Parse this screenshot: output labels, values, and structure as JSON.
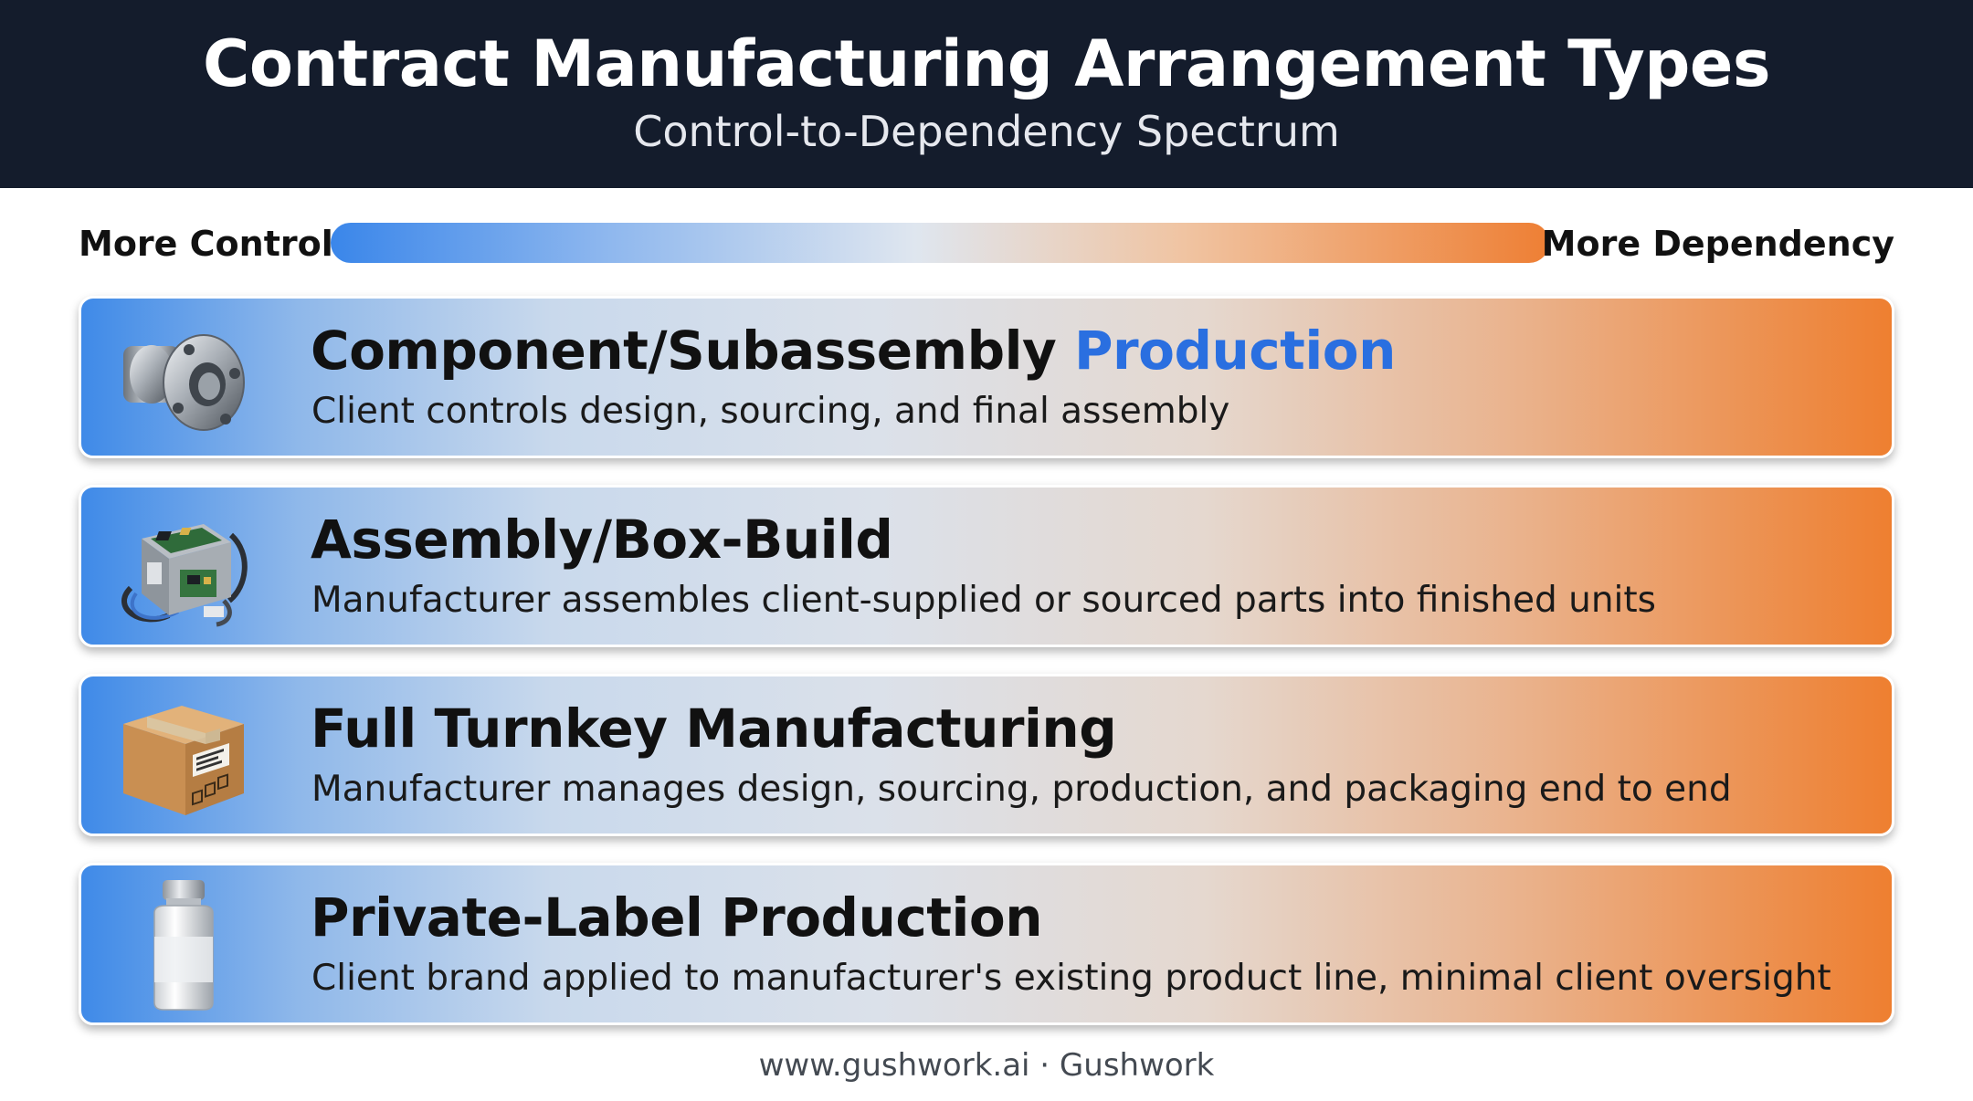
{
  "header": {
    "title": "Contract Manufacturing Arrangement Types",
    "subtitle": "Control-to-Dependency Spectrum"
  },
  "spectrum": {
    "left_label": "More Control",
    "right_label": "More Dependency",
    "gradient_start_color": "#3a86ea",
    "gradient_end_color": "#ee7f34"
  },
  "cards": [
    {
      "icon": "machined-part-icon",
      "title_main": "Component/Subassembly ",
      "title_accent": "Production",
      "description": "Client controls design, sourcing, and final assembly"
    },
    {
      "icon": "circuit-assembly-icon",
      "title_main": "Assembly/Box-Build",
      "title_accent": "",
      "description": "Manufacturer assembles client-supplied or sourced parts into finished units"
    },
    {
      "icon": "shipping-box-icon",
      "title_main": "Full Turnkey Manufacturing",
      "title_accent": "",
      "description": "Manufacturer manages design, sourcing, production, and packaging end to end"
    },
    {
      "icon": "product-bottle-icon",
      "title_main": "Private-Label Production",
      "title_accent": "",
      "description": "Client brand applied to manufacturer's existing product line, minimal client oversight"
    }
  ],
  "colors": {
    "header_bg": "#141c2c",
    "accent_blue": "#2a6fe0",
    "accent_orange": "#ee7f30"
  },
  "footer": {
    "text": "www.gushwork.ai · Gushwork"
  }
}
